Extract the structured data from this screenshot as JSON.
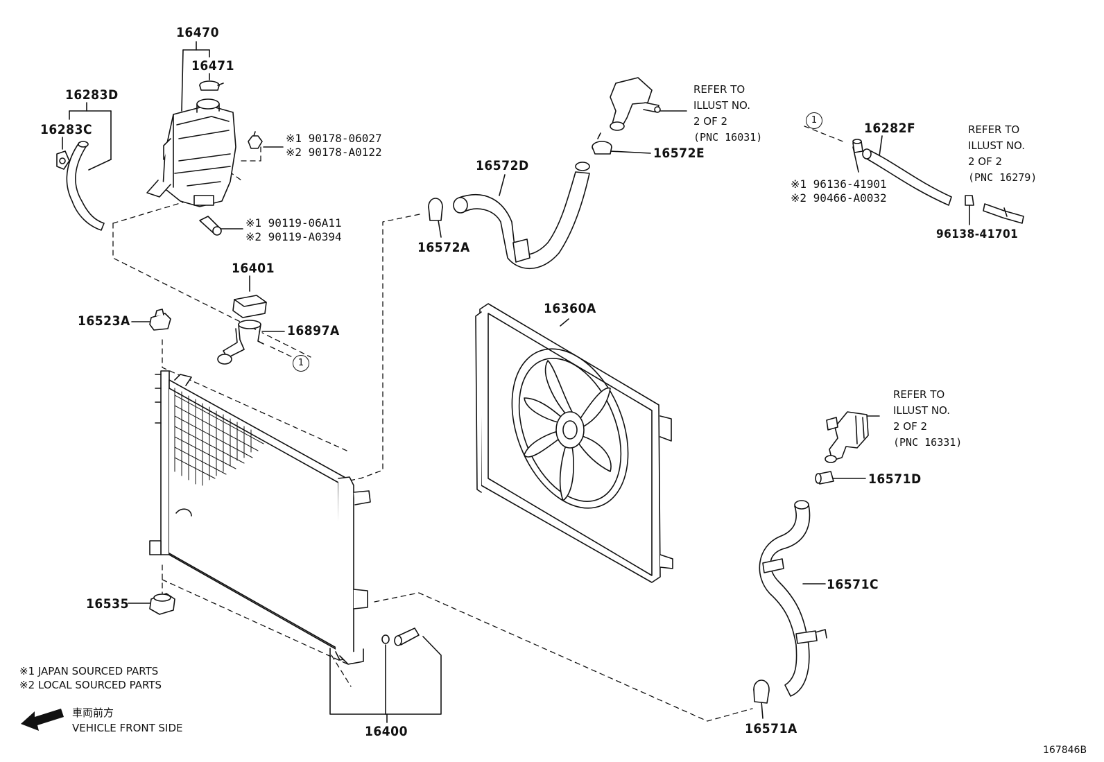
{
  "parts": {
    "p16470": "16470",
    "p16471": "16471",
    "p16283D": "16283D",
    "p16283C": "16283C",
    "p16572D": "16572D",
    "p16572E": "16572E",
    "p16572A": "16572A",
    "p16282F": "16282F",
    "p16401": "16401",
    "p16897A": "16897A",
    "p16523A": "16523A",
    "p16360A": "16360A",
    "p16571D": "16571D",
    "p16571C": "16571C",
    "p16535": "16535",
    "p16400": "16400",
    "p16571A": "16571A",
    "p96138": "96138-41701"
  },
  "codes": {
    "c1a": "※1 90178-06027",
    "c1b": "※2 90178-A0122",
    "c2a": "※1 90119-06A11",
    "c2b": "※2 90119-A0394",
    "c3a": "※1 96136-41901",
    "c3b": "※2 90466-A0032"
  },
  "refs": {
    "r1": {
      "l1": "REFER TO",
      "l2": "ILLUST NO.",
      "l3": "2 OF 2",
      "l4": "(PNC 16031)"
    },
    "r2": {
      "l1": "REFER TO",
      "l2": "ILLUST NO.",
      "l3": "2 OF 2",
      "l4": "(PNC 16279)"
    },
    "r3": {
      "l1": "REFER TO",
      "l2": "ILLUST NO.",
      "l3": "2 OF 2",
      "l4": "(PNC 16331)"
    }
  },
  "circle_marker": "1",
  "legend": {
    "japan": "※1  JAPAN SOURCED PARTS",
    "local": "※2  LOCAL SOURCED PARTS",
    "front_jp": "車両前方",
    "front_en": "VEHICLE FRONT SIDE"
  },
  "figure_id": "167846B"
}
